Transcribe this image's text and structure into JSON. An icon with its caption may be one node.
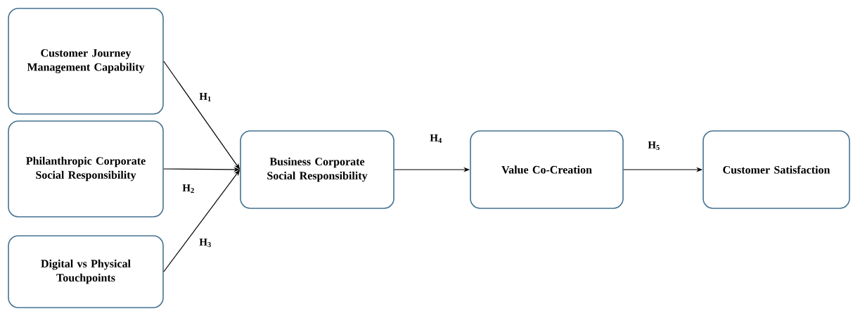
{
  "diagram": {
    "nodes": [
      {
        "text": [
          "Customer Journey Management Capability"
        ]
      },
      {
        "text": [
          "Philanthropic Corporate Social Responsibility"
        ]
      },
      {
        "text": [
          "Digital vs Physical Touchpoints"
        ]
      },
      {
        "text": [
          "Business Corporate Social Responsibility"
        ]
      },
      {
        "text": [
          "Value Co-Creation"
        ]
      },
      {
        "text": [
          "Customer Satisfaction"
        ]
      }
    ],
    "edges": [
      {
        "from": 0,
        "to": 3,
        "arrow": "to",
        "label": "H$_{1}$"
      },
      {
        "from": 1,
        "to": 3,
        "arrow": "to",
        "label": "H$_{2}$"
      },
      {
        "from": 2,
        "to": 3,
        "arrow": "to",
        "label": "H$_{3}$"
      },
      {
        "from": 3,
        "to": 4,
        "arrow": "to",
        "label": "H$_{4}$"
      },
      {
        "from": 4,
        "to": 5,
        "arrow": "to",
        "label": "H$_{5}$"
      }
    ]
  }
}
